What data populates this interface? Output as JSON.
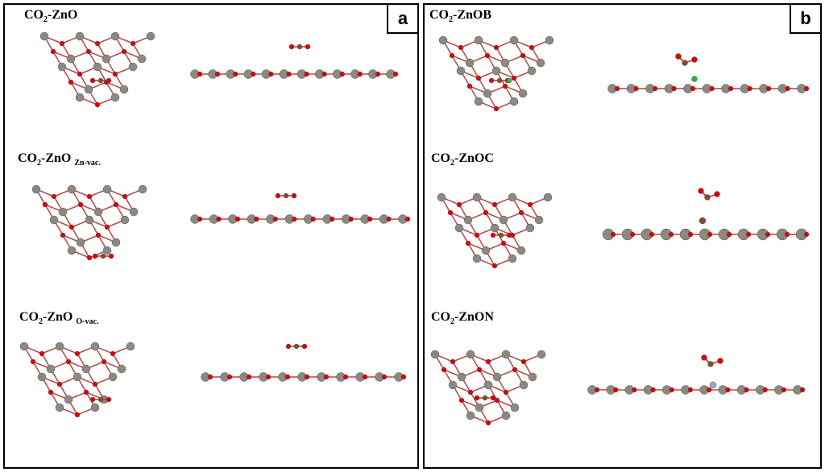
{
  "panels": {
    "a": {
      "tag": "a",
      "labels": [
        {
          "main": "CO",
          "sub1": "2",
          "rest": "-ZnO",
          "sub2": ""
        },
        {
          "main": "CO",
          "sub1": "2",
          "rest": "-ZnO ",
          "sub2": "Zn-vac."
        },
        {
          "main": "CO",
          "sub1": "2",
          "rest": "-ZnO ",
          "sub2": "O-vac."
        }
      ]
    },
    "b": {
      "tag": "b",
      "labels": [
        {
          "main": "CO",
          "sub1": "2",
          "rest": "-ZnOB",
          "sub2": ""
        },
        {
          "main": "CO",
          "sub1": "2",
          "rest": "-ZnOC",
          "sub2": ""
        },
        {
          "main": "CO",
          "sub1": "2",
          "rest": "-ZnON",
          "sub2": ""
        }
      ]
    }
  },
  "colors": {
    "zn_atom": "#8a8a80",
    "o_atom": "#e00000",
    "c_atom": "#8b4a2b",
    "b_dopant": "#2db52d",
    "n_dopant": "#9aa8e0",
    "border": "#000000"
  }
}
